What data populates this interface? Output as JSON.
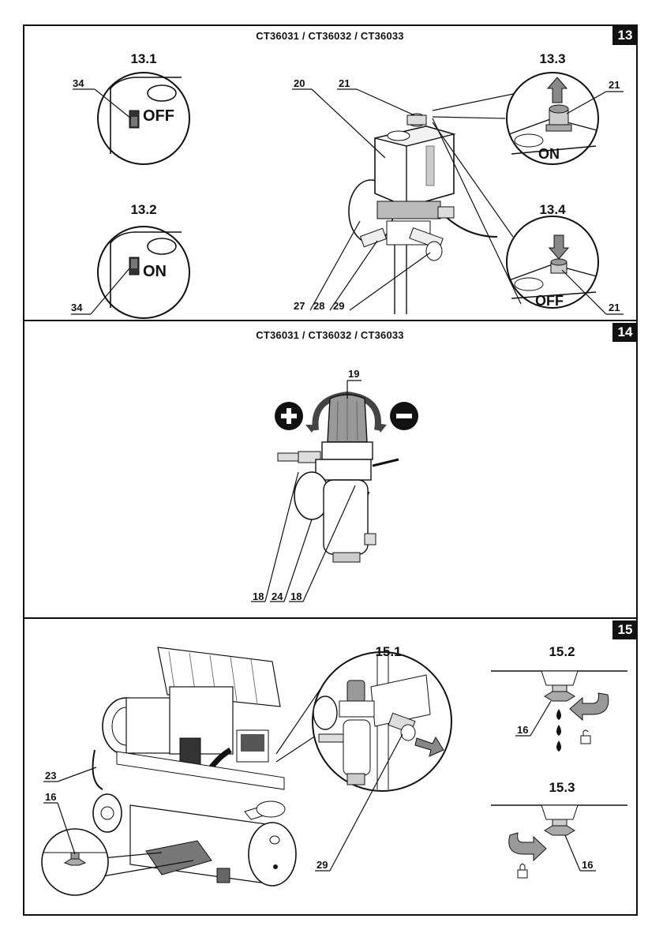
{
  "sections": [
    {
      "badge": "13",
      "models": "CT36031 / CT36032 / CT36033",
      "subfigures": {
        "a": "13.1",
        "b": "13.2",
        "c": "13.3",
        "d": "13.4"
      },
      "callouts": {
        "switch_a": "34",
        "switch_b": "34",
        "housing": "20",
        "knob_top": "21",
        "knob_c": "21",
        "knob_d": "21",
        "c27": "27",
        "c28": "28",
        "c29": "29"
      },
      "states": {
        "off_a": "OFF",
        "on_b": "ON",
        "on_c": "ON",
        "off_d": "OFF"
      }
    },
    {
      "badge": "14",
      "models": "CT36031 / CT36032 / CT36033",
      "callouts": {
        "c19": "19",
        "c18a": "18",
        "c24": "24",
        "c18b": "18"
      }
    },
    {
      "badge": "15",
      "subfigures": {
        "a": "15.1",
        "b": "15.2",
        "c": "15.3"
      },
      "callouts": {
        "c23": "23",
        "c16a": "16",
        "c29": "29",
        "c16b": "16",
        "c16c": "16"
      }
    }
  ]
}
